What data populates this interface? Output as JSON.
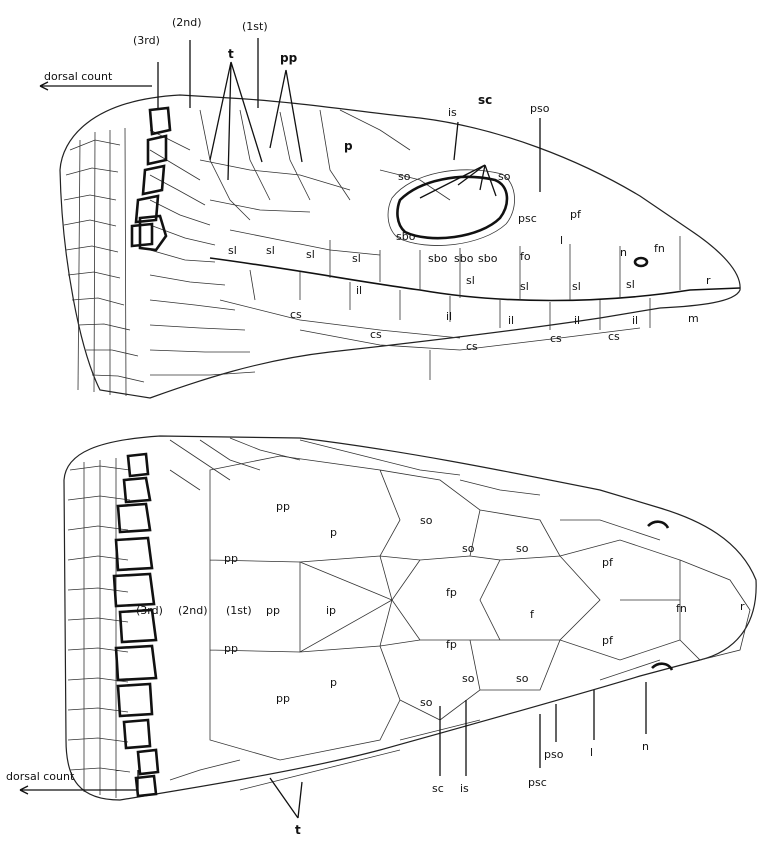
{
  "lateral": {
    "ordinals": {
      "third": "(3rd)",
      "second": "(2nd)",
      "first": "(1st)"
    },
    "dorsal_count": "dorsal count",
    "top_labels": {
      "t": "t",
      "pp": "pp",
      "is": "is",
      "sc": "sc",
      "pso": "pso"
    },
    "scales": {
      "p": "p",
      "so1": "so",
      "so2": "so",
      "psc": "psc",
      "pf": "pf",
      "l": "l",
      "n": "n",
      "fn": "fn",
      "r": "r",
      "fo": "fo",
      "sbo1": "sbo",
      "sbo2": "sbo",
      "sbo3": "sbo",
      "sbo4": "sbo",
      "sl1": "sl",
      "sl2": "sl",
      "sl3": "sl",
      "sl4": "sl",
      "sl5": "sl",
      "sl6": "sl",
      "sl7": "sl",
      "sl8": "sl",
      "il1": "il",
      "il2": "il",
      "il3": "il",
      "il4": "il",
      "il5": "il",
      "cs1": "cs",
      "cs2": "cs",
      "cs3": "cs",
      "cs4": "cs",
      "cs5": "cs",
      "m": "m"
    }
  },
  "dorsal": {
    "ordinals": {
      "third": "(3rd)",
      "second": "(2nd)",
      "first": "(1st)"
    },
    "dorsal_count": "dorsal count",
    "scales": {
      "pp1": "pp",
      "pp2": "pp",
      "pp3": "pp",
      "pp4": "pp",
      "pp5": "pp",
      "p1": "p",
      "p2": "p",
      "ip": "ip",
      "so1": "so",
      "so2": "so",
      "so3": "so",
      "so4": "so",
      "so5": "so",
      "so6": "so",
      "fp1": "fp",
      "fp2": "fp",
      "f": "f",
      "pf1": "pf",
      "pf2": "pf",
      "fn": "fn",
      "r": "r"
    },
    "bottom_labels": {
      "sc": "sc",
      "is": "is",
      "psc": "psc",
      "pso": "pso",
      "l": "l",
      "n": "n",
      "t": "t"
    }
  }
}
